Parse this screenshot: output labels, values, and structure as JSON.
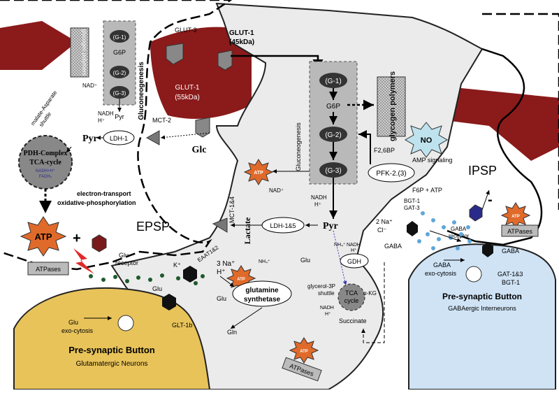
{
  "glut3": "GLUT-3",
  "glut1_top": {
    "line1": "GLUT-1",
    "line2": "(45kDa)"
  },
  "glut1_vessel": {
    "line1": "GLUT-1",
    "line2": "(55kDa)"
  },
  "glc": "Glc",
  "astro_glycolysis": {
    "g1": "(G-1)",
    "g6p": "G6P",
    "g2": "(G-2)",
    "g3": "(G-3)"
  },
  "glycogen_polymers": "glycogen polymers",
  "gluconeogenesis": "Gluconeogenesis",
  "pfk": "PFK-2.(3)",
  "f26bp": "F2,6BP",
  "no": "NO",
  "amp_signaling": "AMP signaling",
  "f6p_atp": "F6P + ATP",
  "neuron_glycolysis": {
    "g1": "(G-1)",
    "g6p": "G6P",
    "g2": "(G-2)",
    "g3": "(G-3)",
    "pyr": "Pyr"
  },
  "neuron_glycogen": "glycogen polymers",
  "neuron_gluconeogenesis": "Gluconeogenesis",
  "nad_plus": "NAD⁺",
  "malate_shuttle": {
    "line1": "malate-Asparate",
    "line2": "shuttle"
  },
  "nadh_h": {
    "line1": "NADH",
    "line2": "H⁺"
  },
  "pyr": "Pyr",
  "ldh1": "LDH-1",
  "mct2": "MCT-2",
  "pdh": {
    "line1": "PDH-Complex",
    "line2": "TCA-cycle",
    "line3": "NADH+H⁺",
    "line4": "FADH₂"
  },
  "etc": {
    "line1": "electron-transport",
    "line2": "oxidative-phosphorylation"
  },
  "epsp": "EPSP",
  "atp": "ATP",
  "plus": "+",
  "atpases": "ATPases",
  "glu_receptor": {
    "line1": "Glu",
    "line2": "receptor"
  },
  "glu": "Glu",
  "k_plus": "K⁺",
  "eaat": "EAAT1&2",
  "three_na": {
    "line1": "3 Na⁺",
    "line2": "H⁺"
  },
  "glu_exo": {
    "line1": "Glu",
    "line2": "exo-cytosis"
  },
  "glt1b": "GLT-1b",
  "pre_glut": {
    "title": "Pre-synaptic Button",
    "subtitle": "Glutamatergic Neurons"
  },
  "lactate": "Lactate",
  "mct14": "MCT-1&4",
  "ldh15": "LDH-1&5",
  "astro_pyr": "Pyr",
  "astro_nad": "NAD⁺",
  "astro_nadh": {
    "line1": "NADH",
    "line2": "H⁺"
  },
  "gdh": "GDH",
  "gdh_inputs": {
    "nh4": "NH₄⁺",
    "nadh": "NADH",
    "h": "H⁺"
  },
  "astro_glu": "Glu",
  "nh4": "NH₄⁺",
  "gln_synth": {
    "line1": "glutamine",
    "line2": "synthetase"
  },
  "glycerol_shuttle": {
    "line1": "glycerol-3P",
    "line2": "shuttle"
  },
  "tca": {
    "line1": "TCA",
    "line2": "cycle"
  },
  "akg": "α-KG",
  "tca_nadh": {
    "line1": "NADH",
    "line2": "H⁺"
  },
  "succinate": "Succinate",
  "astro_glu2": "Glu",
  "gln": "Gln",
  "astro_atpases": "ATPases",
  "ipsp": "IPSP",
  "minus": "-",
  "gaba_receptor": {
    "line1": "GABA",
    "line2": "receptor"
  },
  "bgt_gat": {
    "line1": "BGT-1",
    "line2": "GAT-3"
  },
  "na_cl": {
    "line1": "2 Na⁺",
    "line2": "Cl⁻"
  },
  "gaba_left": "GABA",
  "gaba_right": "GABA",
  "gaba_exo": {
    "line1": "GABA",
    "line2": "exo-cytosis"
  },
  "gat13": {
    "line1": "GAT-1&3",
    "line2": "BGT-1"
  },
  "pre_gaba": {
    "title": "Pre-synaptic Button",
    "subtitle": "GABAergic Interneurons"
  },
  "colors": {
    "vessel": "#8b1a1a",
    "astrocyte": "#ebebeb",
    "glut_neuron": "#e8c35a",
    "gaba_neuron": "#cfe3f5",
    "atp": "#e06a2a",
    "glycolysis_box": "#b9b9b9",
    "gaba_dot": "#5fa7d8",
    "glu_dot": "#1e5a2a"
  }
}
